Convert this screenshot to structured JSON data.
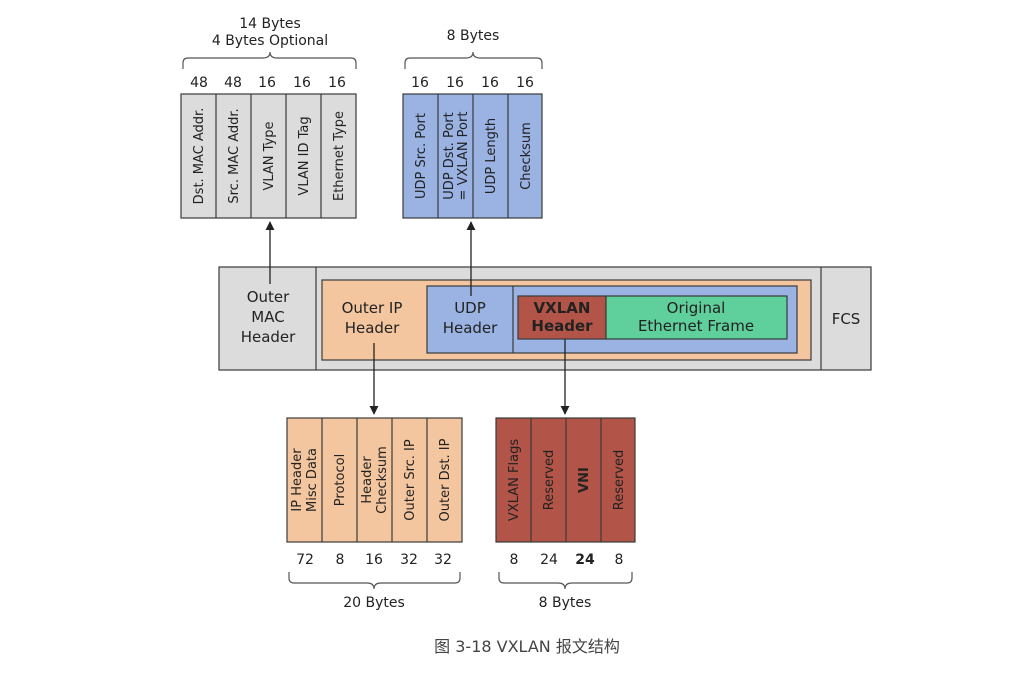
{
  "colors": {
    "outer_gray": "#dcdcdc",
    "ip_orange": "#f4c6a0",
    "udp_blue": "#9ab3e3",
    "vxlan_red": "#b25548",
    "frame_green": "#5fcf9b",
    "stroke": "#3a3a3a"
  },
  "mac_group": {
    "header_line1": "14 Bytes",
    "header_line2": "4 Bytes Optional",
    "fields": [
      {
        "bits": "48",
        "label": "Dst. MAC Addr."
      },
      {
        "bits": "48",
        "label": "Src. MAC Addr."
      },
      {
        "bits": "16",
        "label": "VLAN Type"
      },
      {
        "bits": "16",
        "label": "VLAN ID Tag"
      },
      {
        "bits": "16",
        "label": "Ethernet Type"
      }
    ]
  },
  "udp_group": {
    "header": "8 Bytes",
    "fields": [
      {
        "bits": "16",
        "label": "UDP Src. Port"
      },
      {
        "bits": "16",
        "label_line1": "UDP Dst. Port",
        "label_line2": "= VXLAN Port"
      },
      {
        "bits": "16",
        "label": "UDP Length"
      },
      {
        "bits": "16",
        "label": "Checksum"
      }
    ]
  },
  "frame": {
    "outer_mac": {
      "line1": "Outer",
      "line2": "MAC",
      "line3": "Header"
    },
    "outer_ip": {
      "line1": "Outer IP",
      "line2": "Header"
    },
    "udp": {
      "line1": "UDP",
      "line2": "Header"
    },
    "vxlan": {
      "line1": "VXLAN",
      "line2": "Header"
    },
    "original": {
      "line1": "Original",
      "line2": "Ethernet Frame"
    },
    "fcs": "FCS"
  },
  "ip_group": {
    "footer": "20 Bytes",
    "fields": [
      {
        "bits": "72",
        "label_line1": "IP Header",
        "label_line2": "Misc Data"
      },
      {
        "bits": "8",
        "label": "Protocol"
      },
      {
        "bits": "16",
        "label_line1": "Header",
        "label_line2": "Checksum"
      },
      {
        "bits": "32",
        "label": "Outer Src. IP"
      },
      {
        "bits": "32",
        "label": "Outer Dst. IP"
      }
    ]
  },
  "vxlan_group": {
    "footer": "8 Bytes",
    "fields": [
      {
        "bits": "8",
        "label": "VXLAN Flags"
      },
      {
        "bits": "24",
        "label": "Reserved"
      },
      {
        "bits": "24",
        "label": "VNI"
      },
      {
        "bits": "8",
        "label": "Reserved"
      }
    ]
  },
  "caption": "图 3-18 VXLAN 报文结构"
}
